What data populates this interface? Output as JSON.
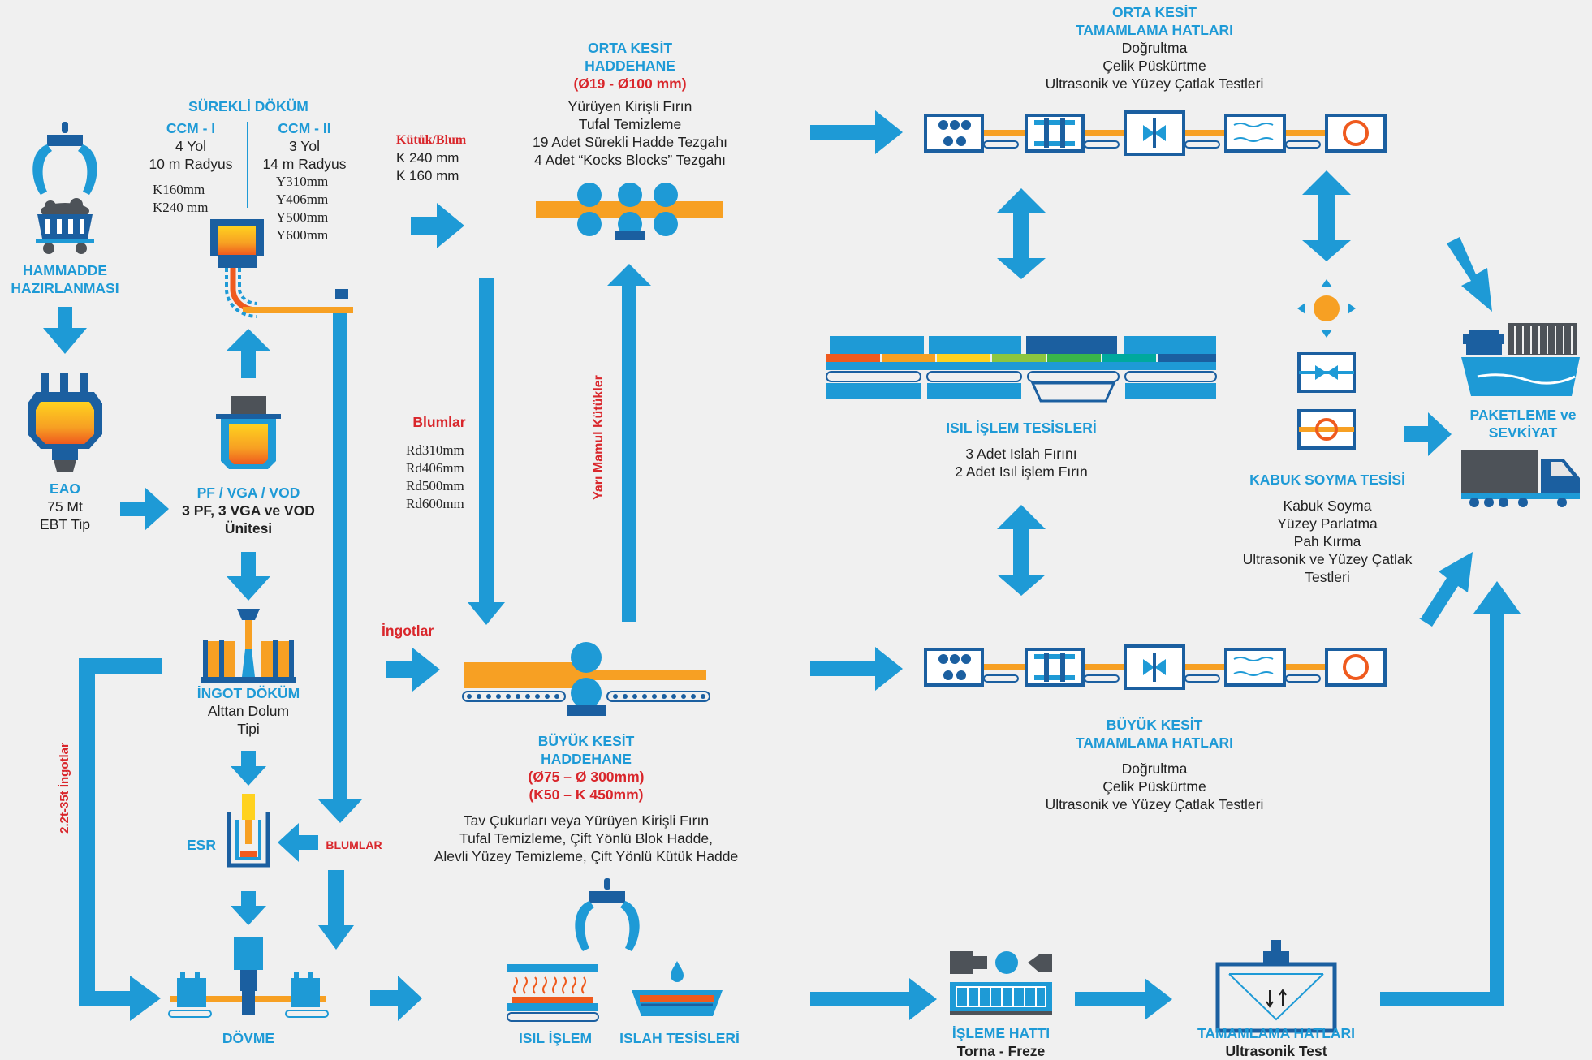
{
  "colors": {
    "blue": "#1e9ad6",
    "dark_blue": "#1b5fa0",
    "orange": "#f7a023",
    "red": "#d9262b",
    "gray": "#4d5258",
    "background": "#f0f0f0"
  },
  "hammadde": {
    "title_1": "HAMMADDE",
    "title_2": "HAZIRLANMASI"
  },
  "eao": {
    "title": "EAO",
    "line_1": "75 Mt",
    "line_2": "EBT Tip"
  },
  "surekli_dokum": {
    "title": "SÜREKLİ DÖKÜM",
    "ccm1": {
      "title": "CCM - I",
      "line_1": "4 Yol",
      "line_2": "10 m Radyus",
      "size_1": "K160mm",
      "size_2": "K240 mm"
    },
    "ccm2": {
      "title": "CCM - II",
      "line_1": "3 Yol",
      "line_2": "14 m Radyus",
      "size_1": "Y310mm",
      "size_2": "Y406mm",
      "size_3": "Y500mm",
      "size_4": "Y600mm"
    }
  },
  "pf": {
    "title": "PF / VGA / VOD",
    "line_1": "3 PF, 3 VGA ve VOD",
    "line_2": "Ünitesi"
  },
  "ingot_dokum": {
    "title": "İNGOT DÖKÜM",
    "line_1": "Alttan Dolum",
    "line_2": "Tipi"
  },
  "esr": {
    "title": "ESR"
  },
  "blumlar_small": "BLUMLAR",
  "dovme": {
    "title": "DÖVME"
  },
  "vertical_ingot": "2.2t-35t İngotlar",
  "kutuk_blum": {
    "title": "Kütük/Blum",
    "line_1": "K 240 mm",
    "line_2": "K 160 mm"
  },
  "blumlar_block": {
    "title": "Blumlar",
    "size_1": "Rd310mm",
    "size_2": "Rd406mm",
    "size_3": "Rd500mm",
    "size_4": "Rd600mm"
  },
  "ingotlar": "İngotlar",
  "yari_mamul": "Yarı Mamul Kütükler",
  "orta_kesit_haddehane": {
    "title_1": "ORTA KESİT",
    "title_2": "HADDEHANE",
    "range": "(Ø19 - Ø100 mm)",
    "line_1": "Yürüyen Kirişli Fırın",
    "line_2": "Tufal Temizleme",
    "line_3": "19 Adet Sürekli Hadde Tezgahı",
    "line_4": "4 Adet “Kocks Blocks” Tezgahı"
  },
  "buyuk_kesit_haddehane": {
    "title_1": "BÜYÜK KESİT",
    "title_2": "HADDEHANE",
    "range_1": "(Ø75 – Ø 300mm)",
    "range_2": "(K50 – K 450mm)",
    "line_1": "Tav Çukurları veya Yürüyen Kirişli Fırın",
    "line_2": "Tufal Temizleme, Çift Yönlü Blok Hadde,",
    "line_3": "Alevli Yüzey Temizleme, Çift Yönlü Kütük Hadde"
  },
  "isil_islem_bottom": "ISIL İŞLEM",
  "islah_tesisleri": "ISLAH TESİSLERİ",
  "orta_kesit_tamamlama": {
    "title_1": "ORTA KESİT",
    "title_2": "TAMAMLAMA HATLARI",
    "line_1": "Doğrultma",
    "line_2": "Çelik Püskürtme",
    "line_3": "Ultrasonik ve Yüzey Çatlak Testleri"
  },
  "isil_islem_tesisleri": {
    "title": "ISIL İŞLEM TESİSLERİ",
    "line_1": "3 Adet Islah Fırını",
    "line_2": "2 Adet Isıl işlem Fırın"
  },
  "buyuk_kesit_tamamlama": {
    "title_1": "BÜYÜK KESİT",
    "title_2": "TAMAMLAMA HATLARI",
    "line_1": "Doğrultma",
    "line_2": "Çelik Püskürtme",
    "line_3": "Ultrasonik ve Yüzey Çatlak Testleri"
  },
  "kabuk_soyma": {
    "title": "KABUK SOYMA TESİSİ",
    "line_1": "Kabuk Soyma",
    "line_2": "Yüzey Parlatma",
    "line_3": "Pah Kırma",
    "line_4": "Ultrasonik ve Yüzey Çatlak",
    "line_5": "Testleri"
  },
  "paketleme": {
    "title_1": "PAKETLEME ve",
    "title_2": "SEVKİYAT"
  },
  "isleme_hatti": {
    "title": "İŞLEME HATTI",
    "line_1": "Torna - Freze"
  },
  "tamamlama_hatlari": {
    "title": "TAMAMLAMA HATLARI",
    "line_1": "Ultrasonik Test"
  },
  "icons": [
    "crane-claw-icon",
    "ore-wagon-icon",
    "arc-furnace-icon",
    "continuous-caster-icon",
    "ladle-furnace-icon",
    "ingot-casting-icon",
    "esr-icon",
    "forging-press-icon",
    "rolling-stand-icon",
    "rolling-mill-icon",
    "finishing-line-icon",
    "heat-treatment-furnace-icon",
    "peeling-icon",
    "ship-icon",
    "truck-icon",
    "machining-icon",
    "ultrasonic-test-icon",
    "quench-tank-icon"
  ]
}
